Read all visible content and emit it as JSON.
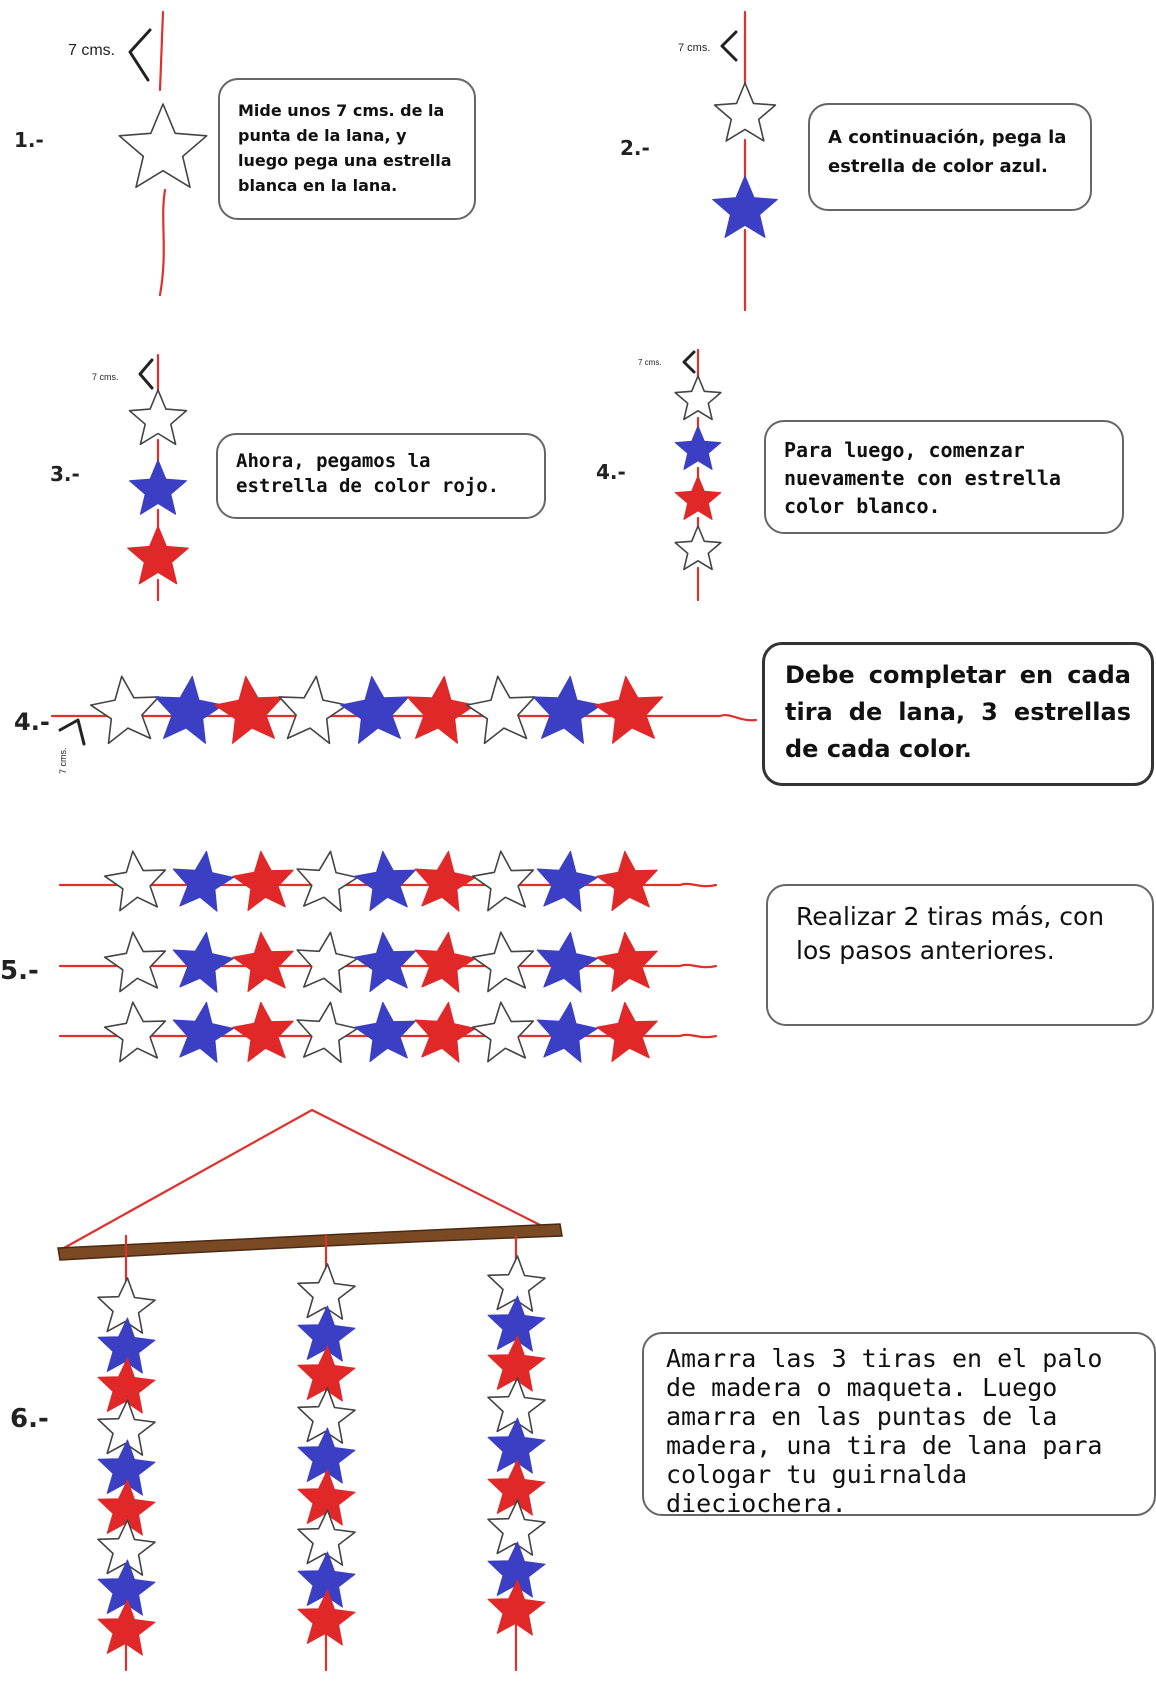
{
  "steps": [
    {
      "number": "1.-",
      "text": "Mide unos 7 cms. de la punta de la lana, y luego pega una estrella blanca en la lana.",
      "measure": "7 cms."
    },
    {
      "number": "2.-",
      "text": "A continuación, pega la estrella de color azul.",
      "measure": "7 cms."
    },
    {
      "number": "3.-",
      "text": "Ahora, pegamos la estrella de color rojo.",
      "measure": "7 cms."
    },
    {
      "number": "4.-",
      "text": "Para luego, comenzar nuevamente con estrella color blanco.",
      "measure": "7 cms."
    },
    {
      "number": "4.-",
      "text": "Debe completar en cada tira de lana, 3 estrellas de cada color.",
      "measure": "7 cms."
    },
    {
      "number": "5.-",
      "text": "Realizar 2 tiras más, con los pasos anteriores."
    },
    {
      "number": "6.-",
      "text": "Amarra las 3 tiras en el palo de madera o maqueta. Luego amarra en las puntas de la madera, una tira de lana para cologar tu guirnalda dieciochera."
    }
  ],
  "star_sequence": [
    "white",
    "blue",
    "red",
    "white",
    "blue",
    "red",
    "white",
    "blue",
    "red"
  ],
  "colors": {
    "yarn": "#e0302b",
    "white_star_fill": "#ffffff",
    "white_star_stroke": "#444444",
    "blue_star": "#3b3fc4",
    "red_star": "#e02828",
    "stick": "#7a4a25"
  }
}
